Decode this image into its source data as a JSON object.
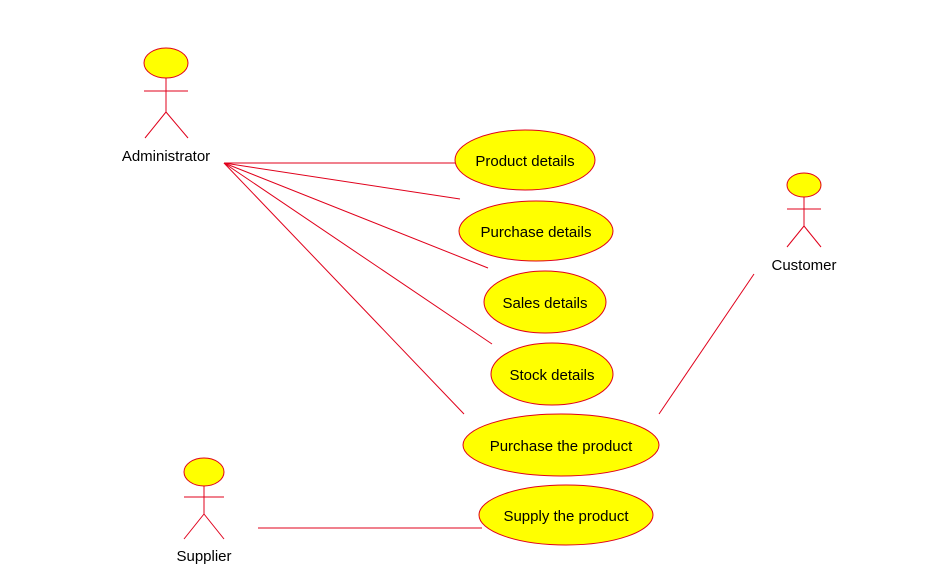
{
  "colors": {
    "fill": "#ffff00",
    "stroke": "#e0001b",
    "text": "#000000"
  },
  "actors": [
    {
      "id": "administrator",
      "label": "Administrator"
    },
    {
      "id": "customer",
      "label": "Customer"
    },
    {
      "id": "supplier",
      "label": "Supplier"
    }
  ],
  "use_cases": [
    {
      "id": "product-details",
      "label": "Product details"
    },
    {
      "id": "purchase-details",
      "label": "Purchase details"
    },
    {
      "id": "sales-details",
      "label": "Sales details"
    },
    {
      "id": "stock-details",
      "label": "Stock details"
    },
    {
      "id": "purchase-the-product",
      "label": "Purchase the product"
    },
    {
      "id": "supply-the-product",
      "label": "Supply the product"
    }
  ],
  "associations": [
    {
      "from": "administrator",
      "to": "product-details"
    },
    {
      "from": "administrator",
      "to": "purchase-details"
    },
    {
      "from": "administrator",
      "to": "sales-details"
    },
    {
      "from": "administrator",
      "to": "stock-details"
    },
    {
      "from": "administrator",
      "to": "purchase-the-product"
    },
    {
      "from": "customer",
      "to": "purchase-the-product"
    },
    {
      "from": "supplier",
      "to": "supply-the-product"
    }
  ]
}
